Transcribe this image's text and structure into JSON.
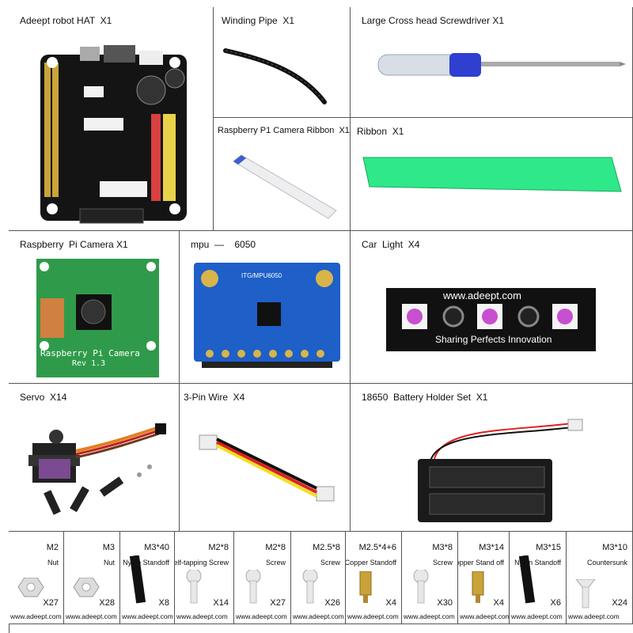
{
  "cells": {
    "hat": {
      "title": "Adeept robot HAT  X1"
    },
    "pipe": {
      "title": "Winding Pipe  X1"
    },
    "driver": {
      "title": "Large Cross head Screwdriver X1"
    },
    "ribbon_cam": {
      "title": "Raspberry P1 Camera Ribbon  X1"
    },
    "ribbon": {
      "title": "Ribbon  X1"
    },
    "camera": {
      "title": "Raspberry  Pi Camera X1",
      "board_text": "Raspberry Pi Camera",
      "rev_text": "Rev 1.3"
    },
    "mpu": {
      "title": "mpu  —    6050",
      "chip_label": "ITG/MPU6050"
    },
    "car_light": {
      "title": "Car  Light  X4",
      "brand": "www.adeept.com",
      "slogan": "Sharing Perfects Innovation"
    },
    "servo": {
      "title": "Servo  X14"
    },
    "wire": {
      "title": "3-Pin Wire  X4"
    },
    "battery": {
      "title": "18650  Battery Holder Set  X1"
    }
  },
  "hardware": [
    {
      "spec": "M2",
      "desc": "Nut",
      "qty": "X27",
      "web": "www.adeept.com",
      "icon": "hex-nut-icon"
    },
    {
      "spec": "M3",
      "desc": "Nut",
      "qty": "X28",
      "web": "www.adeept.com",
      "icon": "hex-nut-icon"
    },
    {
      "spec": "M3*40",
      "desc": "Nylon Standoff",
      "qty": "X8",
      "web": "www.adeept.com",
      "icon": "standoff-icon"
    },
    {
      "spec": "M2*8",
      "desc": "Self-tapping Screw",
      "qty": "X14",
      "web": "www.adeept.com",
      "icon": "screw-icon"
    },
    {
      "spec": "M2*8",
      "desc": "Screw",
      "qty": "X27",
      "web": "www.adeept.com",
      "icon": "screw-icon"
    },
    {
      "spec": "M2.5*8",
      "desc": "Screw",
      "qty": "X26",
      "web": "www.adeept.com",
      "icon": "screw-icon"
    },
    {
      "spec": "M2.5*4+6",
      "desc": "Copper Standoff",
      "qty": "X4",
      "web": "www.adeept.com",
      "icon": "copper-standoff-icon"
    },
    {
      "spec": "M3*8",
      "desc": "Screw",
      "qty": "X30",
      "web": "www.adeept.com",
      "icon": "screw-icon"
    },
    {
      "spec": "M3*14",
      "desc": "Copper Stand off",
      "qty": "X4",
      "web": "www.adeept.com",
      "icon": "copper-standoff-icon"
    },
    {
      "spec": "M3*15",
      "desc": "Nylon Standoff",
      "qty": "X6",
      "web": "www.adeept.com",
      "icon": "standoff-icon"
    },
    {
      "spec": "M3*10",
      "desc": "Countersunk",
      "qty": "X24",
      "web": "www.adeept.com",
      "icon": "countersunk-screw-icon"
    }
  ]
}
